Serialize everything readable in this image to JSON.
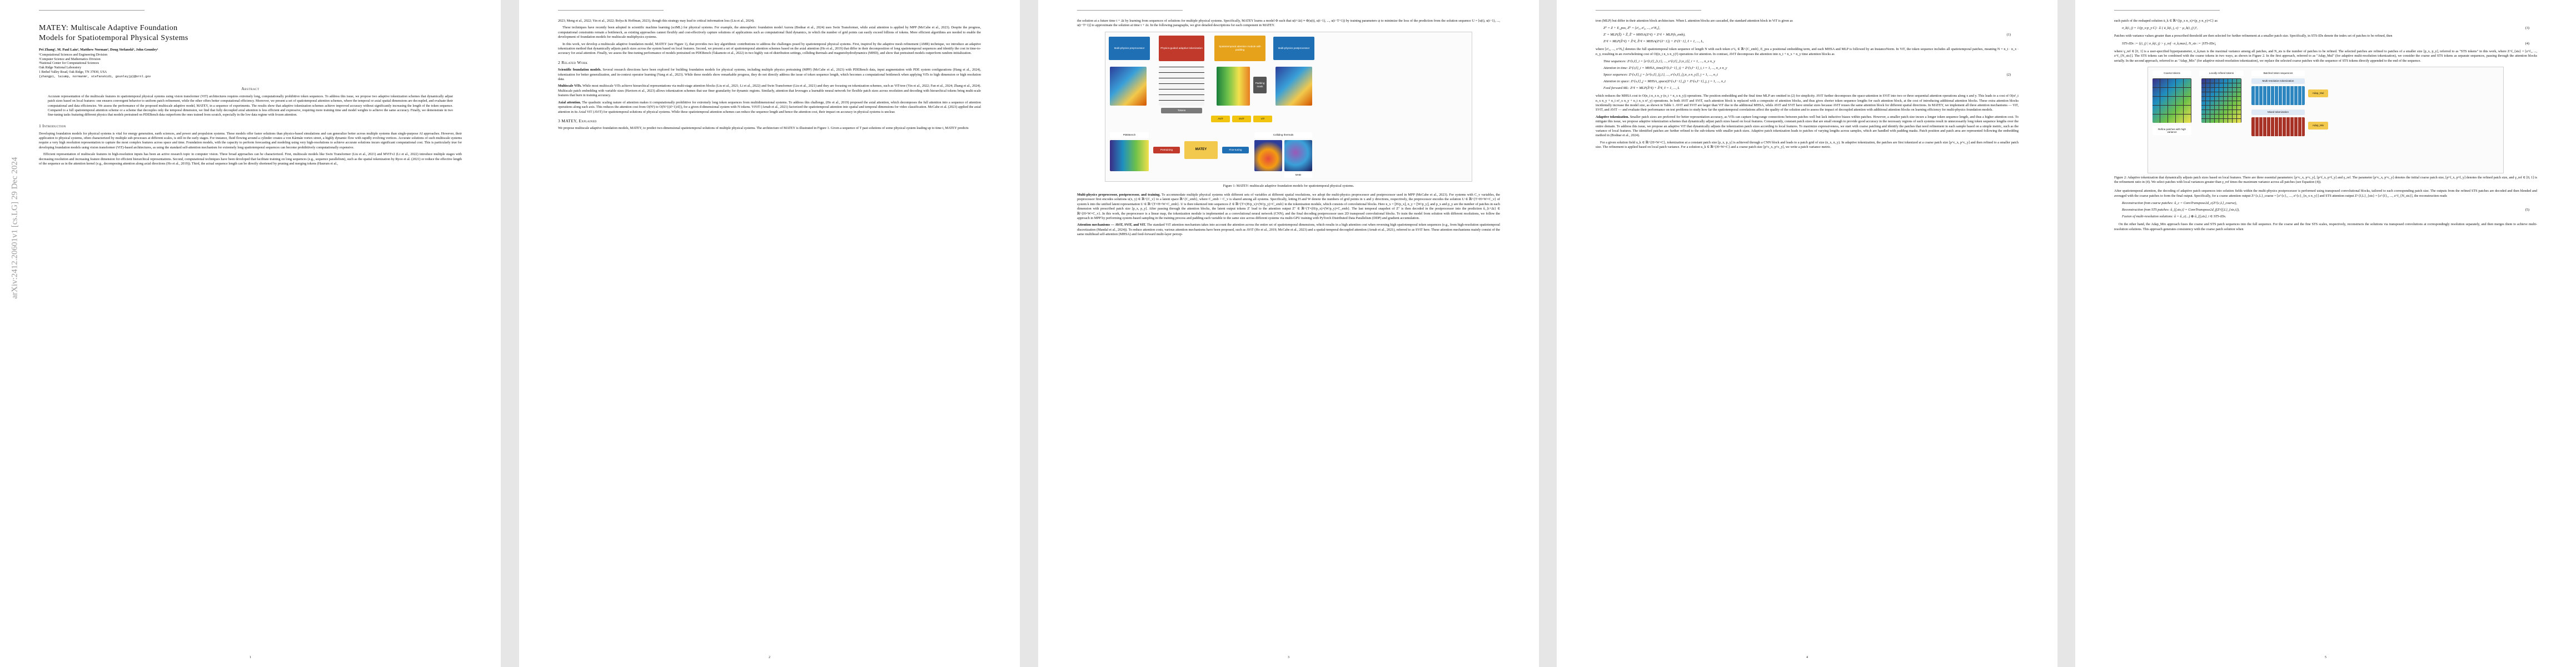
{
  "arxiv_id": "arXiv:2412.20601v1  [cs.LG]  29 Dec 2024",
  "title_line1": "MATEY: Multiscale Adaptive Foundation",
  "title_line2": "Models for Spatiotemporal Physical Systems",
  "authors": "Pei Zhang¹, M. Paul Laiu², Matthew Norman³, Doug Stefanski³, John Gounley¹",
  "affiliations": [
    "¹Computational Sciences and Engineering Division",
    "²Computer Science and Mathematics Division",
    "³National Center for Computational Sciences",
    "Oak Ridge National Laboratory",
    "1 Bethel Valley Road, Oak Ridge, TN 37830, USA"
  ],
  "emails": "{zhangp1, laiump, normanmr, stefanskid1, gounleyjp}@ornl.gov",
  "abstract_heading": "Abstract",
  "abstract": "Accurate representation of the multiscale features in spatiotemporal physical systems using vision transformer (ViT) architectures requires extremely long, computationally prohibitive token sequences. To address this issue, we propose two adaptive tokenization schemes that dynamically adjust patch sizes based on local features: one ensures convergent behavior to uniform patch refinement, while the other offers better computational efficiency. Moreover, we present a set of spatiotemporal attention schemes, where the temporal or axial spatial dimensions are decoupled, and evaluate their computational and data efficiencies. We assess the performance of the proposed multiscale adaptive model, MATEY, in a sequence of experiments. The results show that adaptive tokenization schemes achieve improved accuracy without significantly increasing the length of the token sequence. Compared to a full spatiotemporal attention scheme or a scheme that decouples only the temporal dimension, we find that fully decoupled axial attention is less efficient and expressive, requiring more training time and model weights to achieve the same accuracy. Finally, we demonstrate in two fine-tuning tasks featuring different physics that models pretrained on PDEBench data outperform the ones trained from scratch, especially in the low data regime with frozen attention.",
  "page1": {
    "sec1": "1   Introduction",
    "p1": "Developing foundation models for physical systems is vital for energy generation, earth sciences, and power and propulsion systems. These models offer faster solutions than physics-based simulations and can generalize better across multiple systems than single-purpose AI approaches. However, their application to physical systems, often characterized by multiple sub-processes at different scales, is still in the early stages. For instance, fluid flowing around a cylinder creates a von Kármán vortex street, a highly dynamic flow with rapidly evolving vortices. Accurate solutions of such multiscale systems require a very high resolution representation to capture the most complex features across space and time. Foundation models, with the capacity to perform forecasting and modeling using very high-resolutions to achieve accurate solutions incurs significant computational cost. This is particularly true for developing foundation models using vision transformer (ViT)-based architectures, as using the standard self-attention mechanism for extremely long spatiotemporal sequences can become prohibitively computationally expensive.",
    "p2": "Efficient representation of multiscale features in high-resolution inputs has been an active research topic in computer vision. Three broad approaches can be characterized. First, multiscale models like Swin Transformer (Liu et al., 2021) and MViTv2 (Li et al., 2022) introduce multiple stages with decreasing resolution and increasing feature dimension for efficient hierarchical representations. Second, computational techniques have been developed that facilitate training on long sequences (e.g., sequence parallelism), such as the spatial tokenization by Ryoo et al. (2021) or reduce the effective length of the sequence as in the attention kernel (e.g., decomposing attention along axial directions (Ho et al., 2019)). Third, the actual sequence length can be directly shortened by pruning and merging tokens (Haurum et al.,"
  },
  "page2": {
    "p0": "2023; Meng et al., 2022; Yin et al., 2022; Bolya & Hoffman, 2023), though this strategy may lead to critical information loss (Liu et al., 2024).",
    "p1": "These techniques have recently been adopted in scientific machine learning (sciML) for physical systems. For example, the atmospheric foundation model Aurora (Bodnar et al., 2024) uses Swin Transformer, while axial attention is applied by MPP (McCabe et al., 2023). Despite the progress, computational constraints remain a bottleneck, as existing approaches cannot flexibly and cost-effectively capture solutions of applications such as computational fluid dynamics, in which the number of grid points can easily exceed billions of tokens. More efficient algorithms are needed to enable the development of foundation models for multiscale multiphysics systems.",
    "p2": "In this work, we develop a multiscale adaptive foundation model, MATEY (see Figure 1), that provides two key algorithmic contributions to address the challenges posed by spatiotemporal physical systems. First, inspired by the adaptive mesh refinement (AMR) technique, we introduce an adaptive tokenization method that dynamically adjusts patch sizes across the system based on local features. Second, we present a set of spatiotemporal attention schemes based on the axial attention (Ho et al., 2019) that differ in their decomposition of long spatiotemporal sequences and identify the cost in time-to-accuracy for axial attention. Finally, we assess the fine-tuning performance of models pretrained on PDEBench (Takamoto et al., 2022) in two highly out-of-distribution settings, colliding thermals and magnetohydrodynamics (MHD), and show that pretrained models outperform random initialization.",
    "sec2": "2   Related Work",
    "rw1h": "Scientific foundation models.",
    "rw1": "Several research directions have been explored for building foundation models for physical systems, including multiple physics pretraining (MPP) (McCabe et al., 2023) with PDEBench data, input augmentation with PDE system configurations (Hang et al., 2024), tokenization for better generalization, and in-context operator learning (Yang et al., 2023). While these models show remarkable progress, they do not directly address the issue of token sequence length, which becomes a computational bottleneck when applying ViTs to high dimension or high resolution data.",
    "rw2h": "Multiscale ViTs.",
    "rw2": "While most multiscale ViTs achieve hierarchical representations via multi-stage attention blocks (Liu et al., 2021; Li et al., 2022) and Swin Transformer (Liu et al., 2021) and they are focusing on tokenization schemes, such as ViT-tree (Yin et al., 2022; Fan et al., 2024; Zhang et al., 2024). Multiscale patch embedding with variable sizes (Havtorn et al., 2023) allows tokenization schemes that use finer granularity for dynamic regions. Similarly, attention that leverages a learnable neural network for flexible patch sizes across resolution and decoding with hierarchical tokens bring multi-scale features that burn in training accuracy.",
    "rw3h": "Axial attention.",
    "rw3": "The quadratic scaling nature of attention makes it computationally prohibitive for extremely long token sequences from multidimensional systems. To address this challenge, (Ho et al., 2019) proposed the axial attention, which decomposes the full attention into a sequence of attention operations along each axis. This reduces the attention cost from O(N²) to O(N^{(d+1)/d}), for a given d-dimensional system with N tokens. ViViT (Arnab et al., 2021) factorized the spatiotemporal attention into spatial and temporal dimensions for video classification. McCabe et al. (2023) applied the axial attention in its Axial ViT (AViT) for spatiotemporal solutions of physical systems. While these spatiotemporal attention schemes can reduce the sequence length and hence the attention cost, their impact on accuracy in physical systems is unclear.",
    "sec3": "3   MATEY, Explained",
    "p3": "We propose multiscale adaptive foundation models, MATEY, to predict two-dimensional spatiotemporal solutions of multiple physical systems. The architecture of MATEY is illustrated in Figure 1. Given a sequence of T past solutions of some physical system leading up to time t, MATEY predicts"
  },
  "page3": {
    "p0": "the solution at a future time t + Δt by learning from sequences of solutions for multiple physical systems. Specifically, MATEY learns a model Φ such that u(t+Δt) ≈ Φ(u(t), u(t−1), ..., u(t−T+1)) by training parameters ψ to minimize the loss of the prediction from the solution sequence U = [u(t), u(t−1), ..., u(t−T+1)] to approximate the solution at time t + Δt. In the following paragraphs, we give detailed descriptions for each component in MATEY.",
    "fig_labels": {
      "pre": "Multi-physics preprocessor",
      "adaptive": "Physics-guided adaptive tokenization",
      "attn": "Spatiotemporal attention module with padding",
      "post": "Multi-physics postprocessor",
      "tokens": "Tokens",
      "padding": "Padding mask",
      "avit": "AViT",
      "svit": "SViT",
      "vit": "ViT",
      "matey": "MATEY",
      "pdebench": "PDEBench",
      "thermal": "Colliding thermals",
      "mhd": "MHD",
      "pretraining": "Pretraining",
      "finetuning": "Fine-tuning"
    },
    "caption": "Figure 1: MATEY: multiscale adaptive foundation models for spatiotemporal physical systems.",
    "p1h": "Multi-physics preprocessor, postprocessor, and training.",
    "p1": "To accommodate multiple physical systems with different sets of variables at different spatial resolutions, we adopt the multi-physics preprocessor and postprocessor used in MPP (McCabe et al., 2023). For systems with C_v variables, the preprocessor first encodes solutions u(x, y) ∈ ℝ^{C_v} to a latent space ℝ^{C_emb}, where C_emb > C_v is shared among all systems. Specifically, letting H and W denote the numbers of grid points in x and y directions, respectively, the preprocessor encodes the solution U ∈ ℝ^{T×H×W×C_v} of system k into the unified latent representation U ∈ ℝ^{T×H×W×C_emb}. U is then tokenized into sequences Z ∈ ℝ^{T×(H/p_x)×(W/p_y)×C_emb} in the tokenization module, which consists of convolutional blocks. Here n_x = ⌊H/p_x⌋, n_y = ⌊W/p_y⌋, and p_x and p_y are the number of patches in each dimension with prescribed patch size [p_x, p_y]. After passing through the attention blocks, the latent output tokens Z′ lead to the attention output Z′′ ∈ ℝ^{T×(H/p_x)×(W/p_y)×C_emb}. The last temporal snapshot of Z′′ is then decoded in the postprocessor into the prediction û_{t+Δt} ∈ ℝ^{H×W×C_v}. In this work, the preprocessor is a linear map, the tokenization module is implemented as a convolutional neural network (CNN), and the final decoding postprocessor uses 2D transposed convolutional blocks. To train the model from solution with different resolutions, we follow the approach in MPP by performing system-based sampling in the training process and padding each variable to the same size across different systems via multi-GPU training with PyTorch Distributed Data Parallelism (DDP) and gradient accumulation.",
    "p2h": "Attention mechanisms — AViT, SViT, and ViT.",
    "p2": "The standard ViT attention mechanism takes into account the attention across the entire set of spatiotemporal dimensions, which results in a high attention cost when reversing high spatiotemporal token sequences (e.g., from high-resolution spatiotemporal discretization (Mandal et al., 2024)). To reduce attention costs, various attention mechanisms have been proposed, such as AViT (Ho et al., 2019; McCabe et al., 2023) and a spatial-temporal decoupled attention (Arnab et al., 2021), referred to as SViT here. These attention mechanisms mainly consist of the same multihead self-attention (MHSA) and feed-forward multi-layer percep-"
  },
  "page4": {
    "p0": "tron (MLP) but differ in their attention block architecture. When L attention blocks are cascaded, the standard attention block in ViT is given as",
    "eqs1": [
      "Z⁰ = Z + E_pos,   Z⁰ = [z¹₀, z²₀, ..., z^N₀],",
      "Z′ = MLP(Ẑ) + Ẑ,   Ẑ′ = MHSA(Z^ℓ) + Z^ℓ + MLP(h_emb),",
      "Z^ℓ = MLP(Ẑ^ℓ) + Ẑ^ℓ,   Ẑ^ℓ = MHSA(Z^{ℓ−1}) + Z^{ℓ−1},   ℓ = 1, ..., L,"
    ],
    "eqnum1": "(1)",
    "p1": "where [z¹₀, ..., z^N₀] denotes the full spatiotemporal token sequence of length N with each token z^i₀ ∈ ℝ^{C_emb}, E_pos a positional embedding term, and each MHSA and MLP is followed by an InstanceNorm. In ViT, the token sequence includes all spatiotemporal patches, meaning N = n_t · n_x · n_y, resulting in an overwhelming cost of O((n_t n_x n_y)²) operations for attention. In contrast, AViT decomposes the attention into n_t + n_x + n_y time attention blocks as",
    "eqs2": [
      "Time sequences:   Z^{t,ℓ}_i = [z^{t,ℓ}_{i,1}, ..., z^{t,ℓ}_{i,n_t}],   i = 1, ..., n_x n_y",
      "Attention in time:   Z^{t,ℓ}_i = MHSA_time(Z^{t,ℓ−1}_i) + Z^{t,ℓ−1}_i,   i = 1, ..., n_x n_y",
      "Space sequences:   Z^{s,ℓ}_j = [z^{s,ℓ}_{j,1}, ..., z^{s,ℓ}_{j,n_x n_y}],   j = 1, ..., n_t",
      "Attention in space:   Z^{s,ℓ}_j = MHSA_space(Z^{s,ℓ−1}_j) + Z^{s,ℓ−1}_j,   j = 1, ..., n_t",
      "Feed forward ML:   Z^ℓ = MLP(Ẑ^ℓ) + Ẑ^ℓ,   ℓ = 1, ..., L"
    ],
    "eqnum2": "(2)",
    "p2": "which reduces the MHSA cost to O(n_t n_x n_y (n_t + n_x n_y)) operations. The position embedding and the final time MLP are omitted in (2) for simplicity. AViT further decomposes the space-attention in SViT into two or three sequential attention operations along x and y. This leads to a cost of O(n²_t n_x n_y + n_t n²_x n_y + n_t n_x n²_y) operations. In both AViT and SViT, each attention block is replaced with a composite of attention blocks, and thus gives shorter token sequence lengths for each attention block, at the cost of introducing additional attention blocks. These extra attention blocks incidentally increase the model size, as shown in Table 1. AViT and SViT are larger than ViT due to the additional MHSA, while AViT and SViT have similar sizes because AViT reuses the same attention block for different spatial directions. In MATEY, we implement all three attention mechanisms — ViT, SViT, and AViT — and evaluate their performance on test problems to study how far the spatiotemporal correlations affect the quality of the solution and to assess the impact of decoupled attention with additional attention blocks on learning efficiency for multi-physics foundation models.",
    "p3h": "Adaptive tokenization.",
    "p3": "Smaller patch sizes are preferred for better representation accuracy, as ViTs can capture long-range connections between patches well but lack inductive biases within patches. However, a smaller patch size incurs a longer token sequence length, and thus a higher attention cost. To mitigate this issue, we propose adaptive tokenization schemes that dynamically adjust patch sizes based on local features. Consequently, constant patch sizes that are small enough to provide good accuracy in the necessary regions of such systems result in unnecessarily long token sequence lengths over the entire domain. To address this issue, we propose an adaptive ViT that dynamically adjusts the tokenization patch sizes according to local features. To maximize expressiveness, we start with coarse patching and identify the patches that need refinement in each sample based on a simple metric, such as the variance of local features. The identified patches are further refined to the sub-tokens with smaller patch sizes. Adaptive patch tokenization leads to patches of varying lengths across samples, which are handled with padding masks. Patch position and patch area are represented following the embedding method in (Bodnar et al., 2024).",
    "p4": "For a given solution field u_k ∈ ℝ^{H×W×C}, tokenization at a constant patch size [p_x, p_y] is achieved through a CNN block and leads to a patch grid of size (n_x, n_y). In adaptive tokenization, the patches are first tokenized at a coarse patch size [p^c_x, p^c_y] and then refined to a smaller patch size. The refinement is applied based on local patch variance. For a solution u_k ∈ ℝ^{H×W×C} and a coarse patch size [p^c_x, p^c_y], we write a patch variance metric."
  },
  "page5": {
    "p0": "each patch of the reshaped solution ū_k ∈ ℝ^{(p_x n_x)×(p_y n_y)×C} as",
    "eq3": "σ_k(i, j) = 1/(p_x·p_y·C) · Σ ( ū_k(i, j, c) − μ_k(i, j) )²,",
    "eqnum3": "(3)",
    "p1": "Patches with variance values greater than a prescribed threshold are then selected for further refinement at a smaller patch size. Specifically, in STS-IDs denote the index set of patches to be refined, then",
    "eq4": "STS-IDs := {(i, j) | σ_k(i, j) > γ_ref · σ_k,max},   N_sts := |STS-IDs|,",
    "eqnum4": "(4)",
    "p2": "where γ_ref ∈ [0, 1] is a user-specified hyperparameter, σ_k,max is the maximal variance among all patches, and N_sts is the number of patches to be refined. The selected patches are refined to patches of a smaller size [p_x, p_y], referred to as \"STS tokens\" in this work, where Z^f_{sts} = [z^f₁, ..., z^f_{N_sts}]. The STS tokens can be combined with the coarse tokens in two ways, as shown in Figure 2. In the first approach, referred to as \"Adap_Mul\" (for adaptive multi-resolution tokenization), we consider the coarse and STS tokens as separate sequences, passing through the attention blocks serially. In the second approach, referred to as \"Adap_Mix\" (for adaptive mixed-resolution tokenization), we replace the selected coarse patches with the sequence of STS tokens directly appended to the end of the sequence.",
    "fig2_labels": {
      "coarse": "Coarse tokens",
      "locally": "Locally refined tokens",
      "batched": "Batched token sequences",
      "mul": "Multi-resolution tokenization",
      "mix": "Mixed tokenization",
      "adap_mul": "Adap_Mul",
      "adap_mix": "Adap_Mix",
      "refine": "Refine patches with high variance"
    },
    "caption2": "Figure 2: Adaptive tokenization that dynamically adjusts patch sizes based on local features. There are three essential parameters: [p^c_x, p^c_y], [p^f_x, p^f_y] and γ_ref. The parameter [p^c_x, p^c_y] denotes the initial coarse patch size, [p^f_x, p^f_y] denotes the refined patch size, and γ_ref ∈ [0, 1] is the refinement ratio in (4). We select patches with local variances greater than γ_ref times the maximum variance across all patches (see Equation (4)).",
    "p3": "After spatiotemporal attention, the decoding of adaptive patch sequences into solution fields within the multi-physics postprocessor is performed using transposed convolutional blocks, tailored to each corresponding patch size. The outputs from the refined STS patches are decoded and then blended and averaged with the coarse patches to form the final output. Specifically, for a coarse attention output Z^{c,L}_coarse = [z^{c}₁, ..., z^{c}_{n_x n_y}] and STS attention output Z^{f,L}_{sts} = [z^{f}₁, ..., z^f_{N_sts}], the reconstruction reads",
    "eqs5": [
      "Reconstruction from coarse patches:   û_c = ConvTranspose2d_c(Z^{c,L}_coarse),",
      "Reconstruction from STS patches:   û_{f,sts,i} = ConvTranspose2d_f(Z^{f,L}_{sts,i}),",
      "Fusion of multi-resolution solutions:   û = û_c(...) ⊕ û_{f,sts},   i ∈ STS-IDs."
    ],
    "eqnum5": "(5)",
    "p4": "On the other hand, the Adap_Mix approach fuses the coarse and STS patch sequences into the full sequence. For the coarse and the fine STS scales, respectively, reconstructs the solutions via transposed convolutions at correspondingly resolution separately, and then merges them to achieve multi-resolution solutions. This approach generates consistency with the coarse patch solution when"
  },
  "page_numbers": [
    "1",
    "2",
    "3",
    "4",
    "5"
  ]
}
